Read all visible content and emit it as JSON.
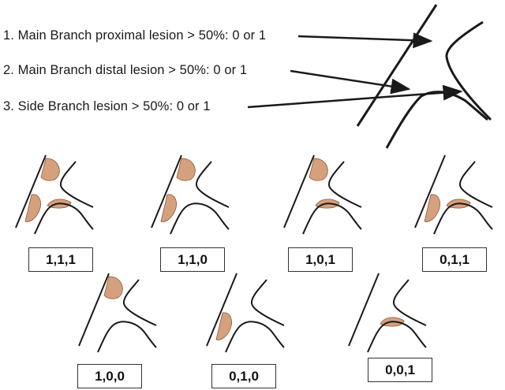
{
  "criteria": [
    "1. Main Branch proximal lesion > 50%: 0 or 1",
    "2. Main Branch distal lesion > 50%: 0 or 1",
    "3. Side Branch lesion > 50%: 0 or 1"
  ],
  "colors": {
    "lesion": "#d4a07e",
    "vessel": "#1a1a1a"
  },
  "panels": [
    {
      "code": "1,1,1",
      "proximal": 1,
      "distal": 1,
      "side": 1
    },
    {
      "code": "1,1,0",
      "proximal": 1,
      "distal": 1,
      "side": 0
    },
    {
      "code": "1,0,1",
      "proximal": 1,
      "distal": 0,
      "side": 1
    },
    {
      "code": "0,1,1",
      "proximal": 0,
      "distal": 1,
      "side": 1
    },
    {
      "code": "1,0,0",
      "proximal": 1,
      "distal": 0,
      "side": 0
    },
    {
      "code": "0,1,0",
      "proximal": 0,
      "distal": 1,
      "side": 0
    },
    {
      "code": "0,0,1",
      "proximal": 0,
      "distal": 0,
      "side": 1
    }
  ]
}
